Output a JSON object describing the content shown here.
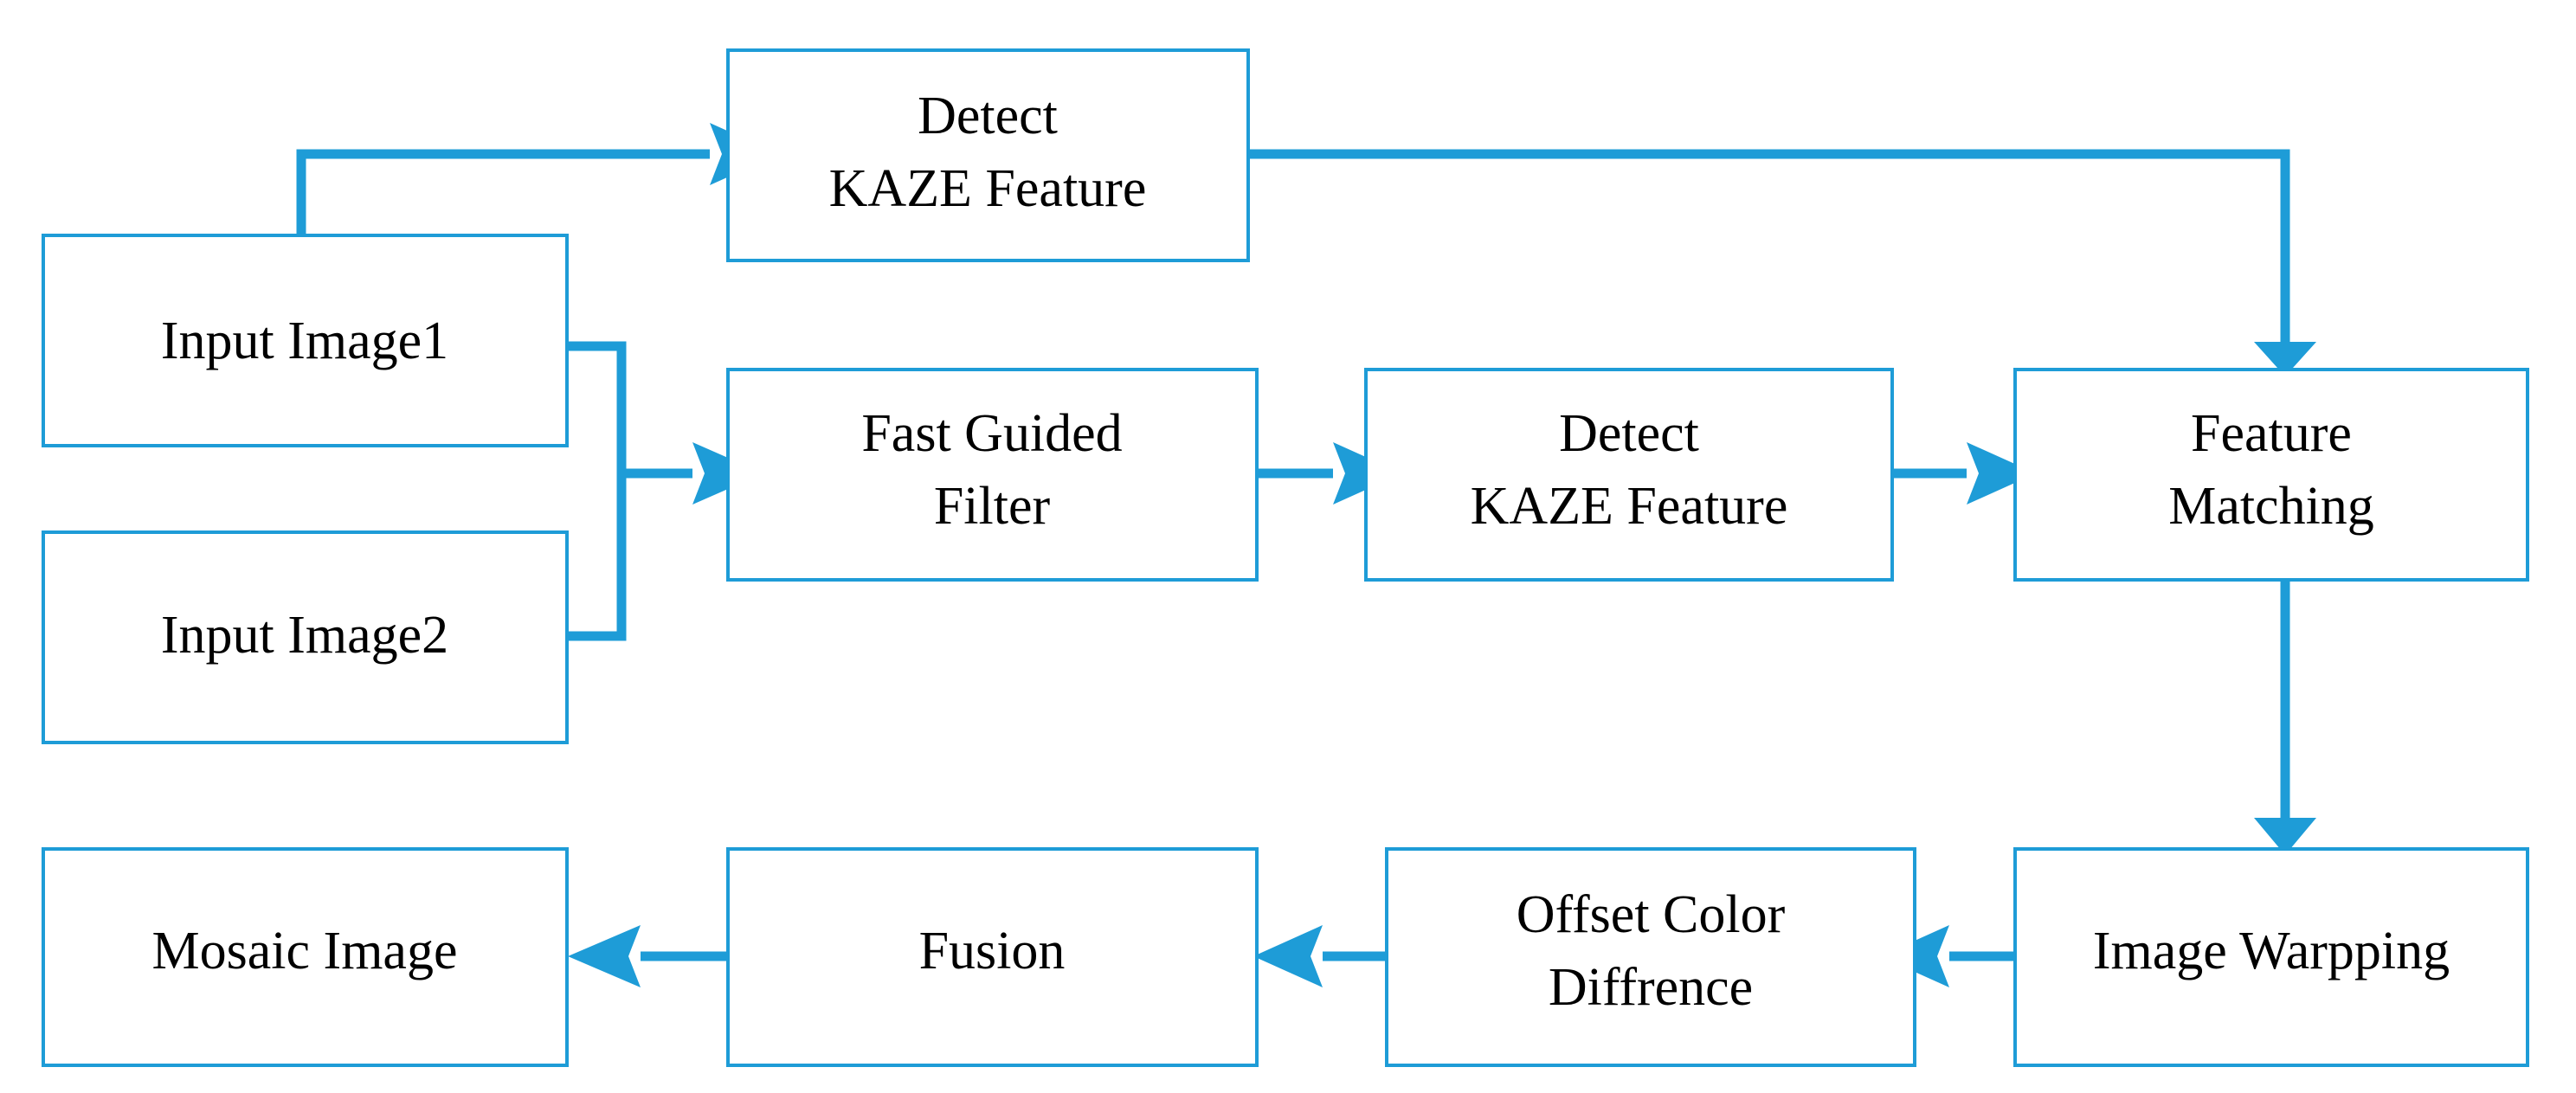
{
  "diagram": {
    "title": "Image Mosaic Pipeline Flowchart",
    "type": "flowchart",
    "colors": {
      "accent": "#1E9CD7",
      "box_border": "#1E9CD7",
      "box_fill": "#FFFFFF",
      "text": "#000000",
      "background": "#FFFFFF"
    },
    "nodes": [
      {
        "id": "input-image-1",
        "label_line1": "Input Image1",
        "label_line2": ""
      },
      {
        "id": "input-image-2",
        "label_line1": "Input Image2",
        "label_line2": ""
      },
      {
        "id": "detect-kaze-top",
        "label_line1": "Detect",
        "label_line2": "KAZE Feature"
      },
      {
        "id": "fast-guided-filter",
        "label_line1": "Fast Guided",
        "label_line2": "Filter"
      },
      {
        "id": "detect-kaze-mid",
        "label_line1": "Detect",
        "label_line2": "KAZE Feature"
      },
      {
        "id": "feature-matching",
        "label_line1": "Feature",
        "label_line2": "Matching"
      },
      {
        "id": "image-warpping",
        "label_line1": "Image Warpping",
        "label_line2": ""
      },
      {
        "id": "offset-color-diffrence",
        "label_line1": "Offset Color",
        "label_line2": "Diffrence"
      },
      {
        "id": "fusion",
        "label_line1": "Fusion",
        "label_line2": ""
      },
      {
        "id": "mosaic-image",
        "label_line1": "Mosaic Image",
        "label_line2": ""
      }
    ],
    "edges": [
      {
        "from": "input-image-1",
        "to": "detect-kaze-top"
      },
      {
        "from": "input-image-1",
        "to": "fast-guided-filter"
      },
      {
        "from": "input-image-2",
        "to": "fast-guided-filter"
      },
      {
        "from": "fast-guided-filter",
        "to": "detect-kaze-mid"
      },
      {
        "from": "detect-kaze-mid",
        "to": "feature-matching"
      },
      {
        "from": "detect-kaze-top",
        "to": "feature-matching"
      },
      {
        "from": "feature-matching",
        "to": "image-warpping"
      },
      {
        "from": "image-warpping",
        "to": "offset-color-diffrence"
      },
      {
        "from": "offset-color-diffrence",
        "to": "fusion"
      },
      {
        "from": "fusion",
        "to": "mosaic-image"
      }
    ]
  }
}
